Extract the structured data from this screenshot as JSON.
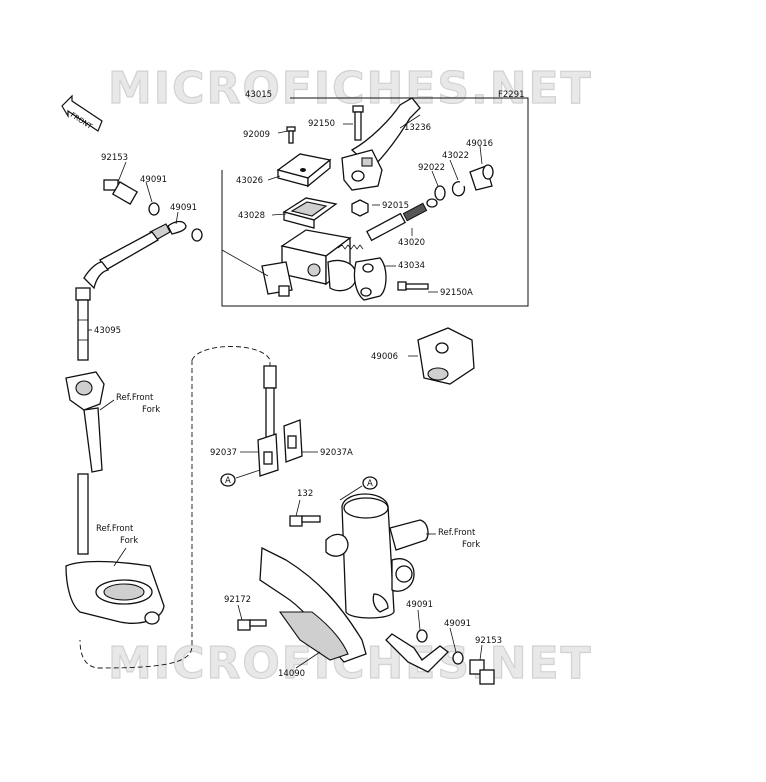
{
  "watermark": "MICROFICHES.NET",
  "figure_code": "F2291",
  "front_label": "FRONT",
  "callouts": {
    "c43015": "43015",
    "c92150": "92150",
    "c13236": "13236",
    "c92009": "92009",
    "c49016": "49016",
    "c43022": "43022",
    "c92022": "92022",
    "c43026": "43026",
    "c92015": "92015",
    "c43028": "43028",
    "c43020": "43020",
    "c43034": "43034",
    "c92150A": "92150A",
    "c92153_top": "92153",
    "c49091_top1": "49091",
    "c49091_top2": "49091",
    "c43095": "43095",
    "c49006": "49006",
    "c92037": "92037",
    "c92037A": "92037A",
    "c132": "132",
    "c92172": "92172",
    "c14090": "14090",
    "c49091_bot1": "49091",
    "c49091_bot2": "49091",
    "c92153_bot": "92153"
  },
  "references": {
    "ref1_line1": "Ref.Front",
    "ref1_line2": "Fork",
    "ref2_line1": "Ref.Front",
    "ref2_line2": "Fork",
    "ref3_line1": "Ref.Front",
    "ref3_line2": "Fork"
  },
  "markers": {
    "a1": "A",
    "a2": "A"
  }
}
